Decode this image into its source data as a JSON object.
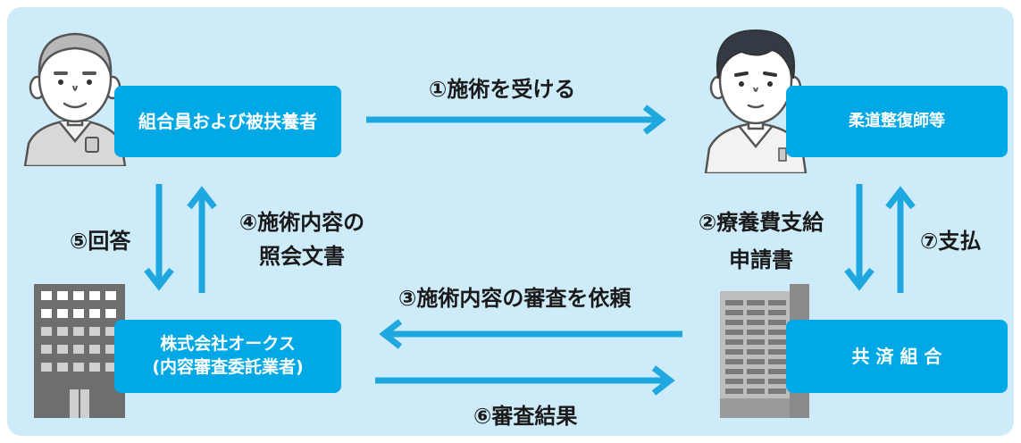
{
  "colors": {
    "panel_bg": "#cdebf8",
    "accent": "#00a9e6",
    "arrow": "#1fa8e0",
    "text": "#1a1a1a"
  },
  "nodes": {
    "member": {
      "label": "組合員および被扶養者",
      "icon": "elderly-man-icon"
    },
    "practitioner": {
      "label": "柔道整復師等",
      "icon": "practitioner-man-icon"
    },
    "company": {
      "label_line1": "株式会社オークス",
      "label_line2": "(内容審査委託業者)",
      "icon": "office-building-icon"
    },
    "union": {
      "label": "共 済 組 合",
      "icon": "office-tower-icon"
    }
  },
  "steps": {
    "s1": "①施術を受ける",
    "s2_line1": "②療養費支給",
    "s2_line2": "申請書",
    "s3": "③施術内容の審査を依頼",
    "s4_line1": "④施術内容の",
    "s4_line2": "照会文書",
    "s5": "⑤回答",
    "s6": "⑥審査結果",
    "s7": "⑦支払"
  }
}
